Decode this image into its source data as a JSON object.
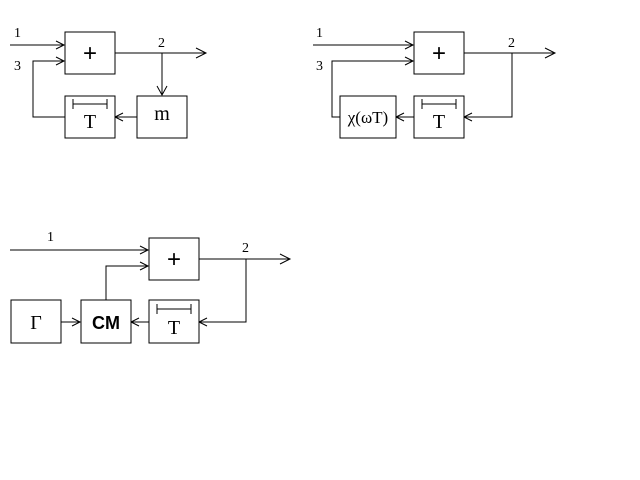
{
  "diagram_a": {
    "input_label": "1",
    "feedback_label": "3",
    "output_label": "2",
    "adder_symbol": "+",
    "delay_label": "T",
    "gain_label": "m"
  },
  "diagram_b": {
    "input_label": "1",
    "feedback_label": "3",
    "output_label": "2",
    "adder_symbol": "+",
    "delay_label": "T",
    "filter_label": "χ(ωT)"
  },
  "diagram_c": {
    "input_label": "1",
    "output_label": "2",
    "adder_symbol": "+",
    "delay_label": "T",
    "generator_label": "Г",
    "mixer_label": "CM"
  }
}
